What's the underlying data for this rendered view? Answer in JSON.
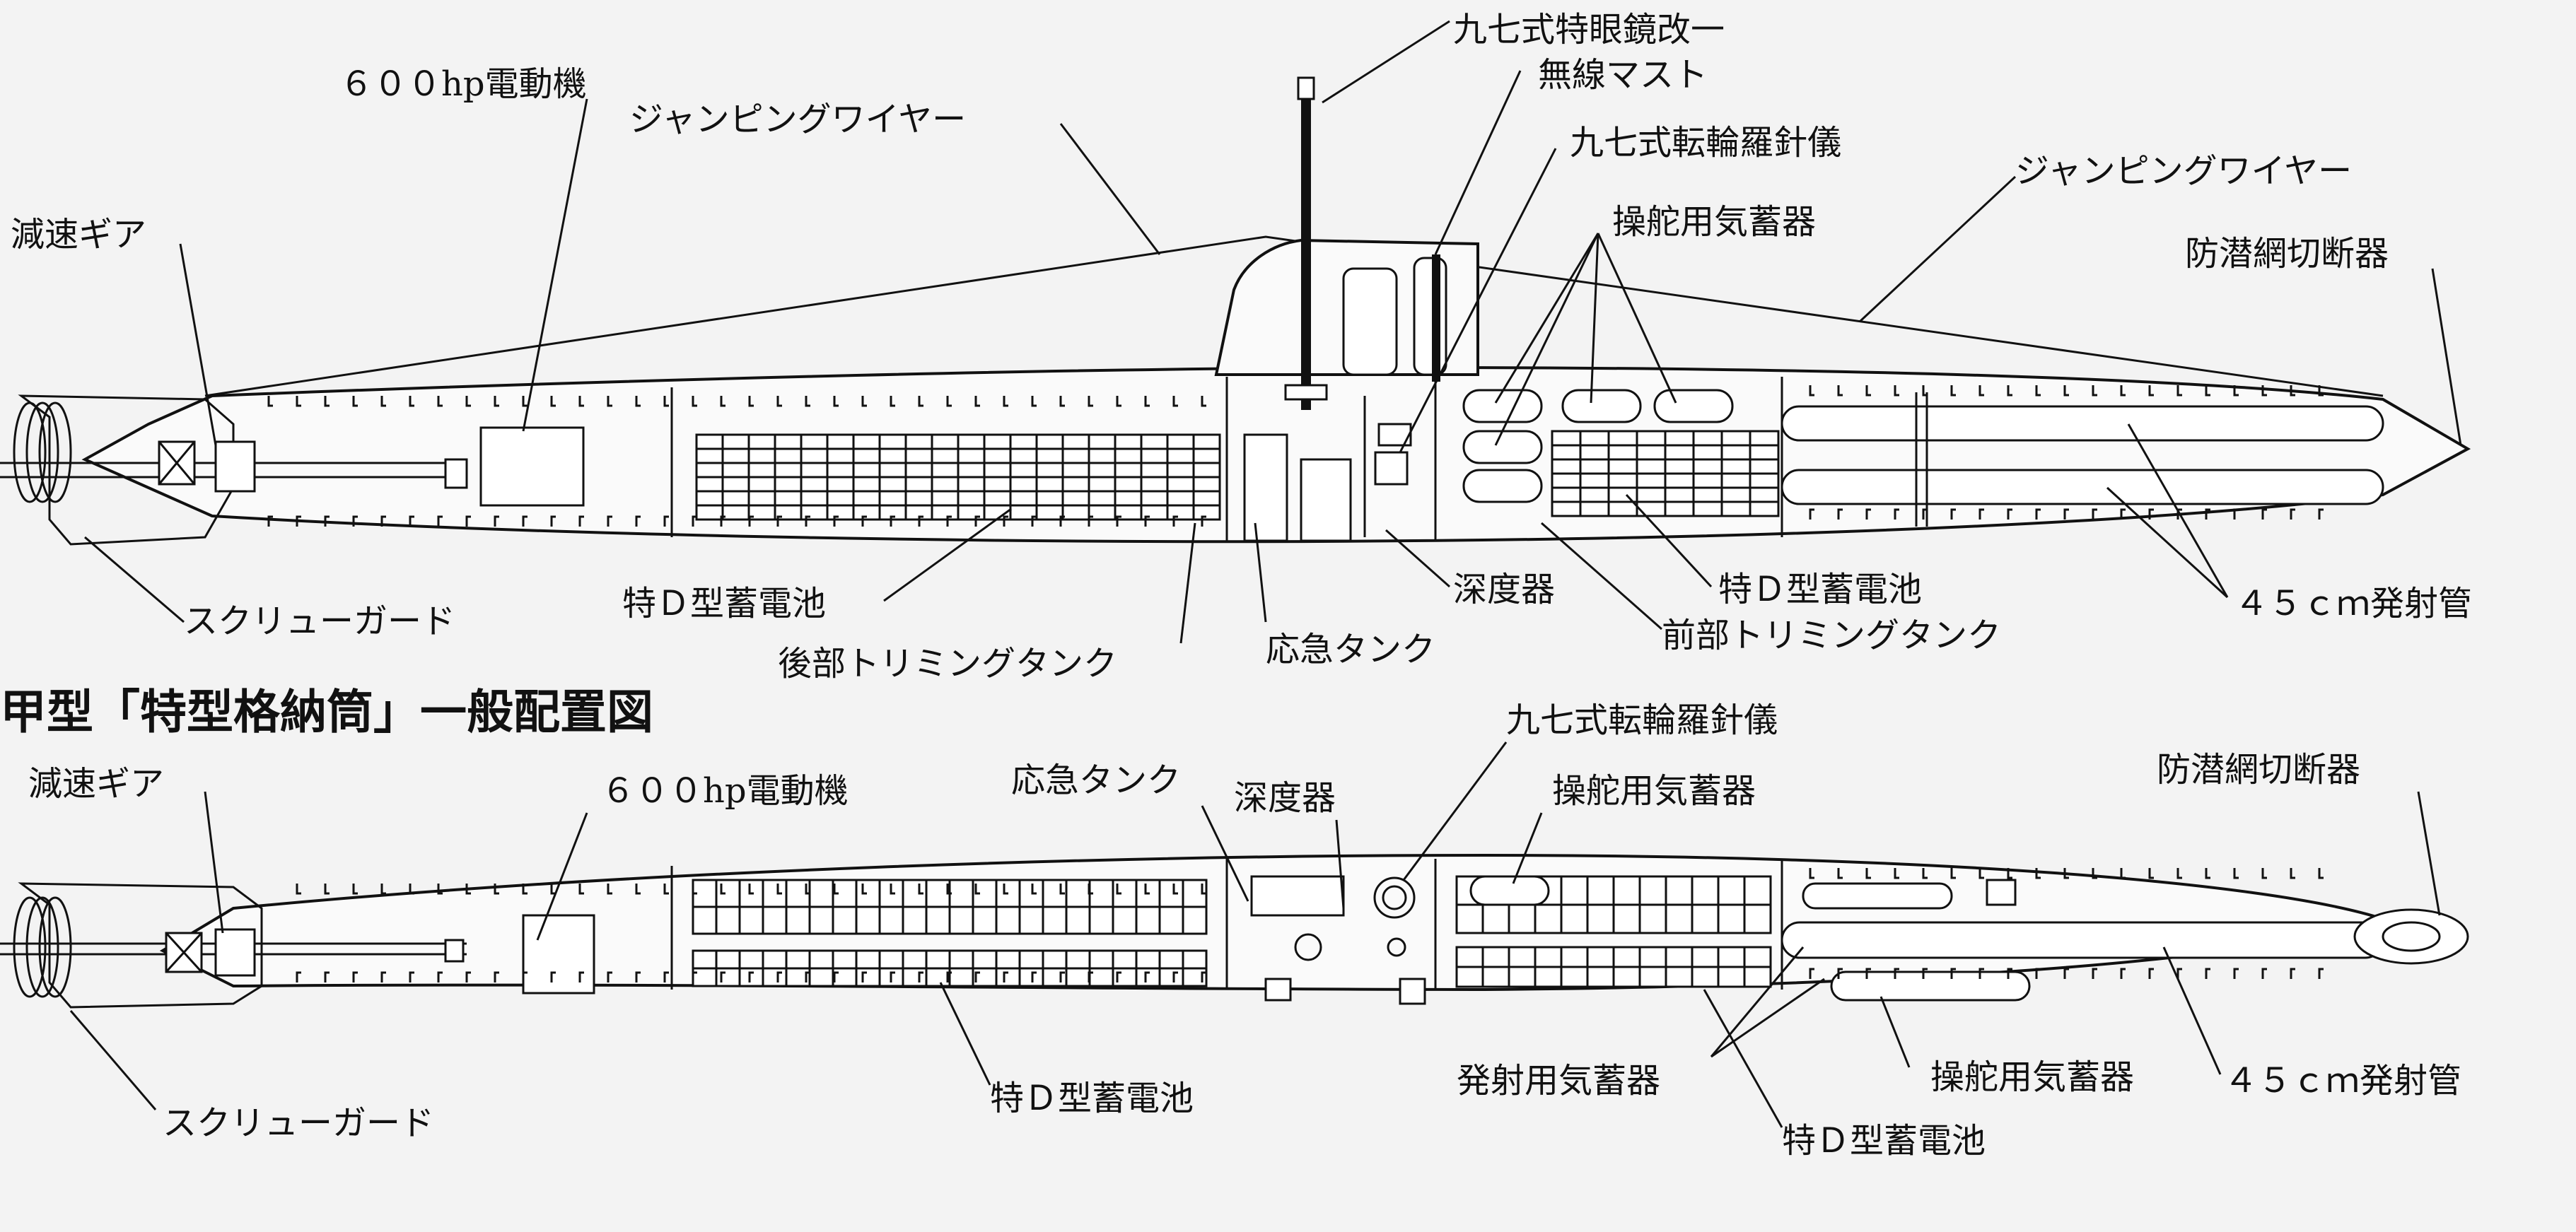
{
  "title": "甲型「特型格納筒」一般配置図",
  "top_labels": {
    "periscope": "九七式特眼鏡改一",
    "radio_mast": "無線マスト",
    "motor": "６００hp電動機",
    "jumping_wire_aft": "ジャンピングワイヤー",
    "gyro_compass": "九七式転輪羅針儀",
    "reduction_gear": "減速ギア",
    "steering_air": "操舵用気蓄器",
    "jumping_wire_fwd": "ジャンピングワイヤー",
    "net_cutter": "防潜網切断器",
    "screw_guard": "スクリューガード",
    "battery_aft": "特Ｄ型蓄電池",
    "depth_gauge": "深度器",
    "battery_fwd": "特Ｄ型蓄電池",
    "torpedo_tubes": "４５ｃｍ発射管",
    "aft_trim_tank": "後部トリミングタンク",
    "emergency_tank": "応急タンク",
    "fwd_trim_tank": "前部トリミングタンク"
  },
  "bottom_labels": {
    "gyro_compass": "九七式転輪羅針儀",
    "reduction_gear": "減速ギア",
    "motor": "６００hp電動機",
    "emergency_tank": "応急タンク",
    "depth_gauge": "深度器",
    "steering_air": "操舵用気蓄器",
    "net_cutter": "防潜網切断器",
    "screw_guard": "スクリューガード",
    "battery_aft": "特Ｄ型蓄電池",
    "firing_air": "発射用気蓄器",
    "steering_air_2": "操舵用気蓄器",
    "torpedo_tubes": "４５ｃｍ発射管",
    "battery_fwd": "特Ｄ型蓄電池"
  }
}
